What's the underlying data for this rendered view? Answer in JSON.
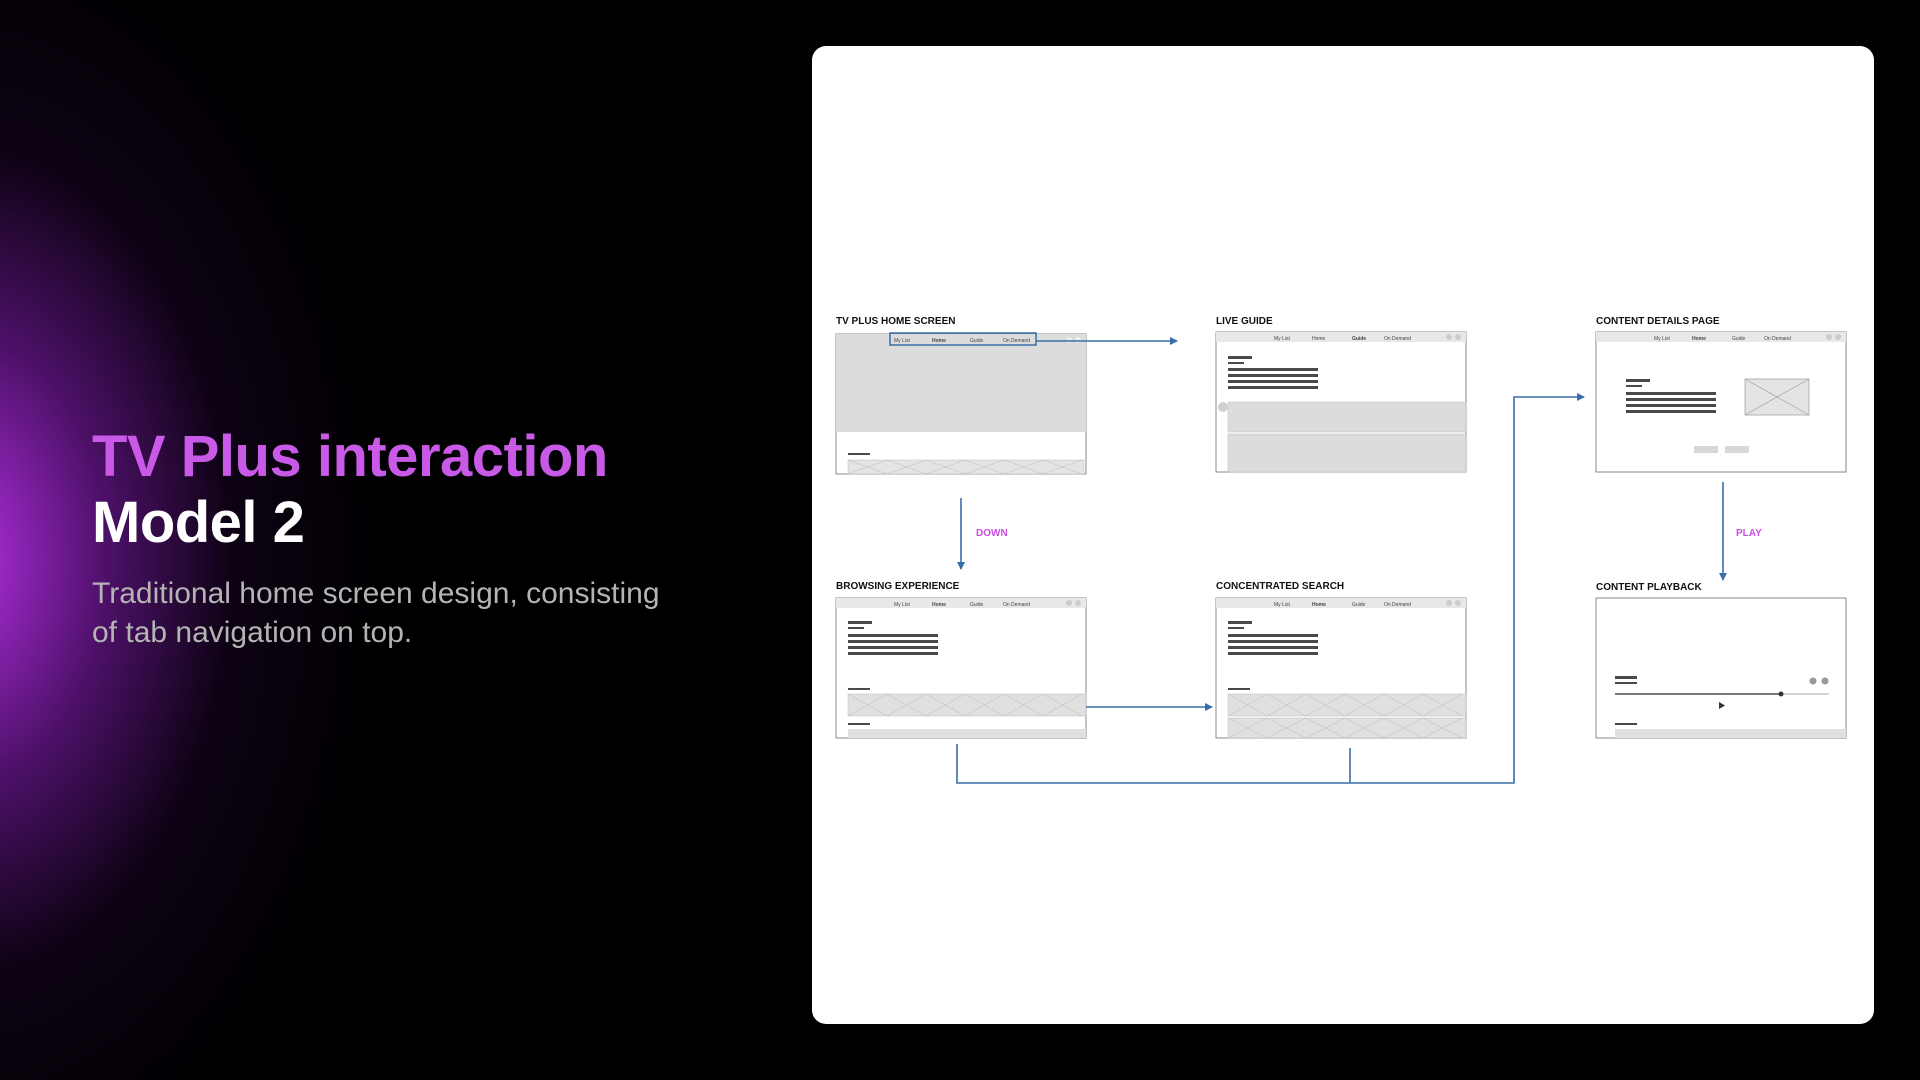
{
  "hero": {
    "title": "TV Plus interaction",
    "subtitle": "Model 2",
    "description": "Traditional home screen design, consisting of tab navigation on top."
  },
  "screens": {
    "home": {
      "title": "TV PLUS HOME SCREEN"
    },
    "live_guide": {
      "title": "LIVE GUIDE"
    },
    "content_details": {
      "title": "CONTENT DETAILS PAGE"
    },
    "browsing": {
      "title": "BROWSING EXPERIENCE"
    },
    "search": {
      "title": "CONCENTRATED SEARCH"
    },
    "playback": {
      "title": "CONTENT PLAYBACK"
    }
  },
  "nav_tabs": [
    "My List",
    "Home",
    "Guide",
    "On Demand"
  ],
  "edges": {
    "down": "DOWN",
    "play": "PLAY"
  },
  "colors": {
    "accent": "#c95ae8",
    "arrow": "#3a6ea8",
    "edge_label": "#c94fe0",
    "wire_fill": "#dcdcdc",
    "wire_dark": "#4a4a4a"
  }
}
